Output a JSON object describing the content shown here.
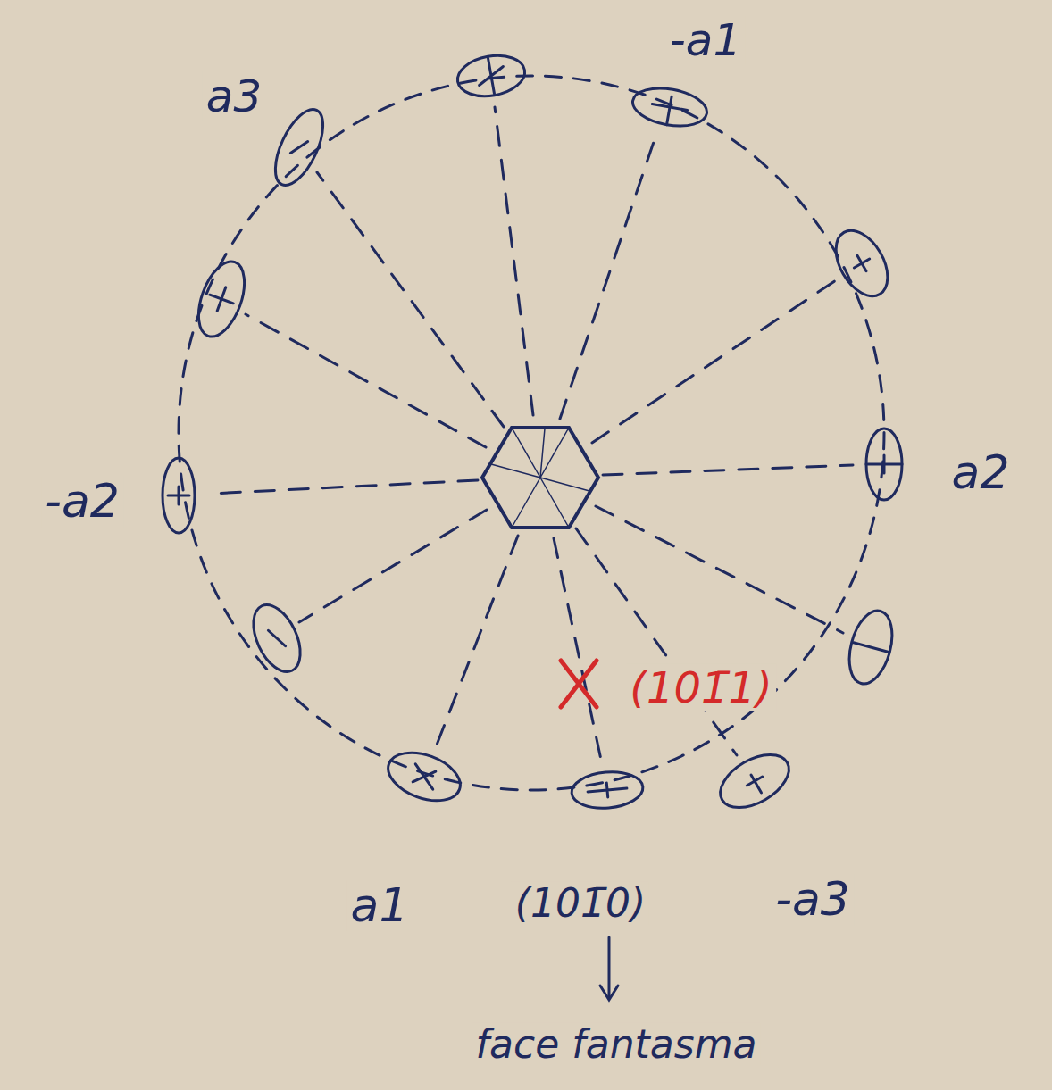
{
  "diagram": {
    "labels": [
      "a3",
      "-a1",
      "-a2",
      "a2",
      "a1",
      "(101̄0)",
      "-a3",
      "face fantasma",
      "(101̄1)"
    ]
  }
}
